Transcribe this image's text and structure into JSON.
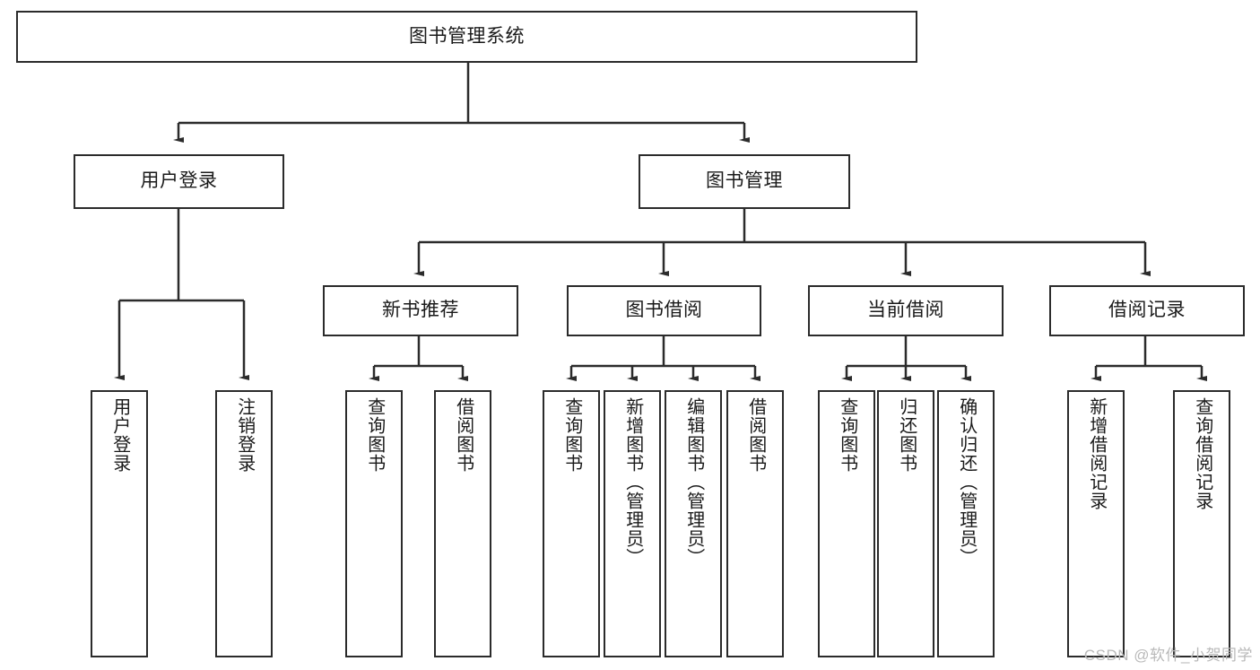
{
  "diagram": {
    "type": "tree",
    "title": "图书管理系统",
    "watermark": "CSDN @软件_小贺同学",
    "colors": {
      "box_border": "#2b2b2b",
      "box_fill": "#ffffff",
      "connector": "#2b2b2b",
      "text": "#1a1a1a",
      "watermark": "#b9b9b9"
    },
    "nodes": {
      "root": {
        "label": "图书管理系统"
      },
      "level1": [
        {
          "label": "用户登录"
        },
        {
          "label": "图书管理"
        }
      ],
      "level2": [
        {
          "label": "新书推荐"
        },
        {
          "label": "图书借阅"
        },
        {
          "label": "当前借阅"
        },
        {
          "label": "借阅记录"
        }
      ],
      "leaves_user_login": [
        {
          "label": "用户登录"
        },
        {
          "label": "注销登录"
        }
      ],
      "leaves_new_book": [
        {
          "label": "查询图书"
        },
        {
          "label": "借阅图书"
        }
      ],
      "leaves_borrow": [
        {
          "label": "查询图书"
        },
        {
          "label": "新增图书（管理员）"
        },
        {
          "label": "编辑图书（管理员）"
        },
        {
          "label": "借阅图书"
        }
      ],
      "leaves_current": [
        {
          "label": "查询图书"
        },
        {
          "label": "归还图书"
        },
        {
          "label": "确认归还（管理员）"
        }
      ],
      "leaves_record": [
        {
          "label": "新增借阅记录"
        },
        {
          "label": "查询借阅记录"
        }
      ]
    }
  }
}
